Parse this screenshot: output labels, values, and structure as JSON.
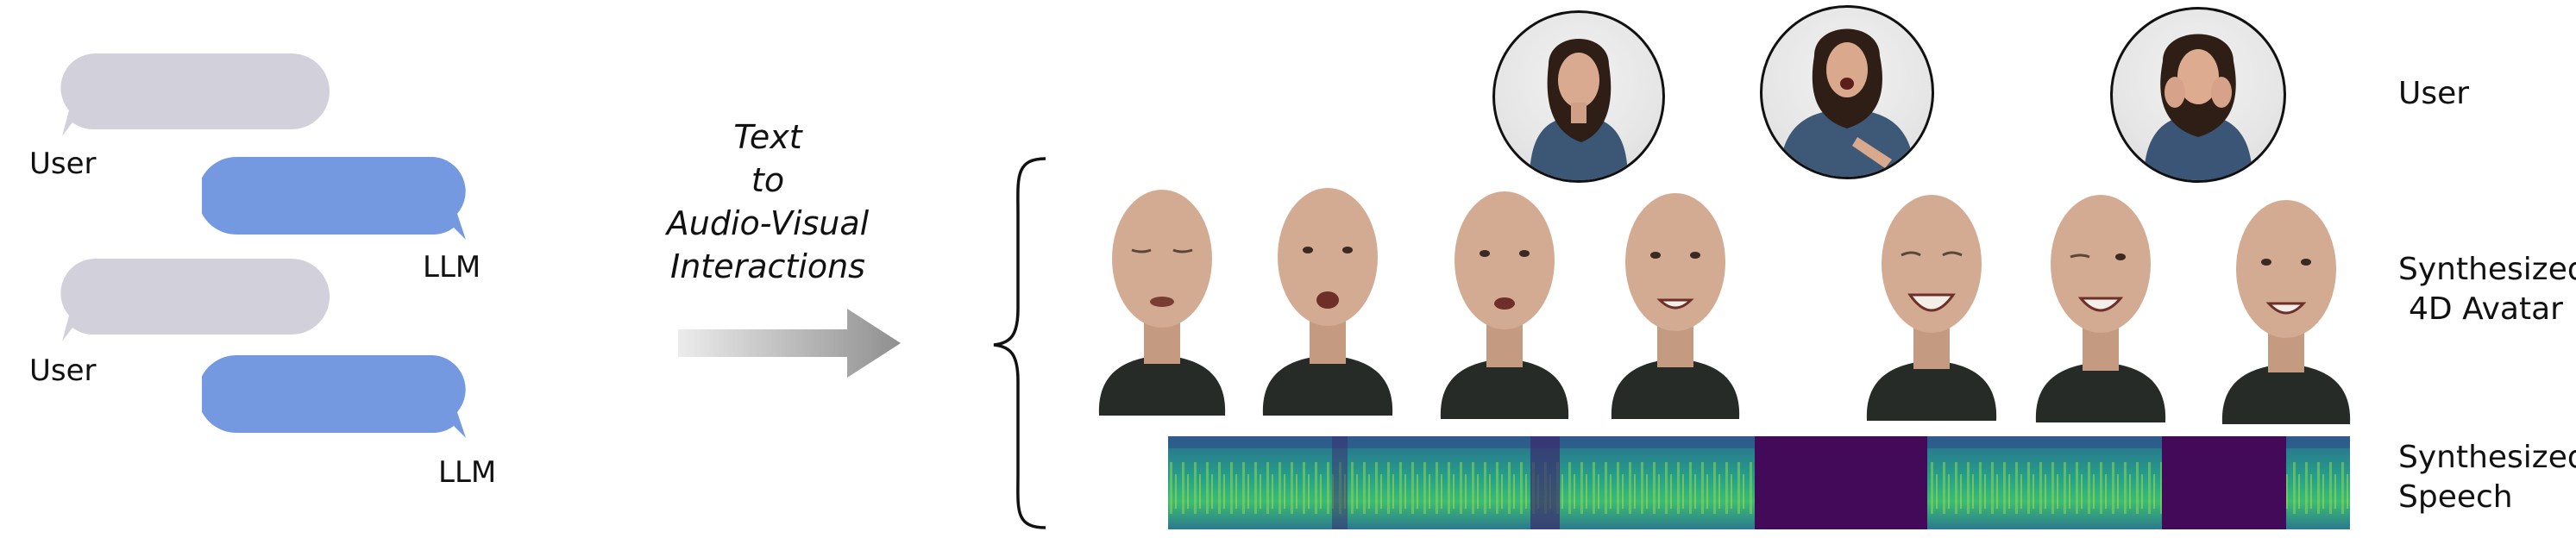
{
  "left_chat": {
    "user_label_1": "User",
    "llm_label_1": "LLM",
    "user_label_2": "User",
    "llm_label_2": "LLM",
    "colors": {
      "user_bubble": "#d2d0db",
      "llm_bubble": "#7599e0"
    }
  },
  "middle": {
    "title_lines": [
      "Text",
      "to",
      "Audio-Visual",
      "Interactions"
    ]
  },
  "right_labels": {
    "user": "User",
    "avatar_line1": "Synthesized",
    "avatar_line2": "4D Avatar",
    "speech_line1": "Synthesized",
    "speech_line2": "Speech"
  },
  "images": {
    "user_photos": [
      "woman-smiling",
      "woman-excited-reaching",
      "woman-hands-on-cheeks"
    ],
    "avatar_frames": [
      "talking-eyes-closed",
      "talking",
      "talking",
      "smiling-talking",
      "laughing",
      "smiling-wink",
      "smiling"
    ]
  }
}
